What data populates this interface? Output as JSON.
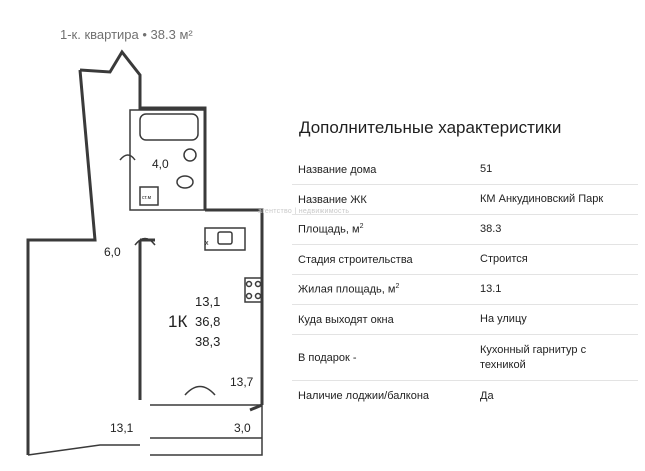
{
  "header": {
    "subtitle": "1-к. квартира • 38.3 м²"
  },
  "plan": {
    "room_type": "1К",
    "area_values": [
      "13,1",
      "36,8",
      "38,3"
    ],
    "bathroom_area": "4,0",
    "corridor_area": "6,0",
    "kitchen_area": "13,7",
    "room_area": "13,1",
    "balcony_area": "3,0",
    "washer_label": "ст.м",
    "stove_label": "х"
  },
  "specs": {
    "title": "Дополнительные характеристики",
    "rows": [
      {
        "label": "Название дома",
        "value": "51"
      },
      {
        "label": "Название ЖК",
        "value": "КМ Анкудиновский Парк"
      },
      {
        "label": "Площадь, м",
        "label_sup": "2",
        "value": "38.3"
      },
      {
        "label": "Стадия строительства",
        "value": "Строится"
      },
      {
        "label": "Жилая площадь, м",
        "label_sup": "2",
        "value": "13.1"
      },
      {
        "label": "Куда выходят окна",
        "value": "На улицу"
      },
      {
        "label": "В подарок -",
        "value": "Кухонный гарнитур с техникой"
      },
      {
        "label": "Наличие лоджии/балкона",
        "value": "Да"
      }
    ]
  },
  "watermark": {
    "text": "агентство | недвижимость"
  },
  "colors": {
    "wall": "#3a3a3a",
    "text": "#222222",
    "muted": "#707070",
    "divider": "#e3e3e3"
  }
}
